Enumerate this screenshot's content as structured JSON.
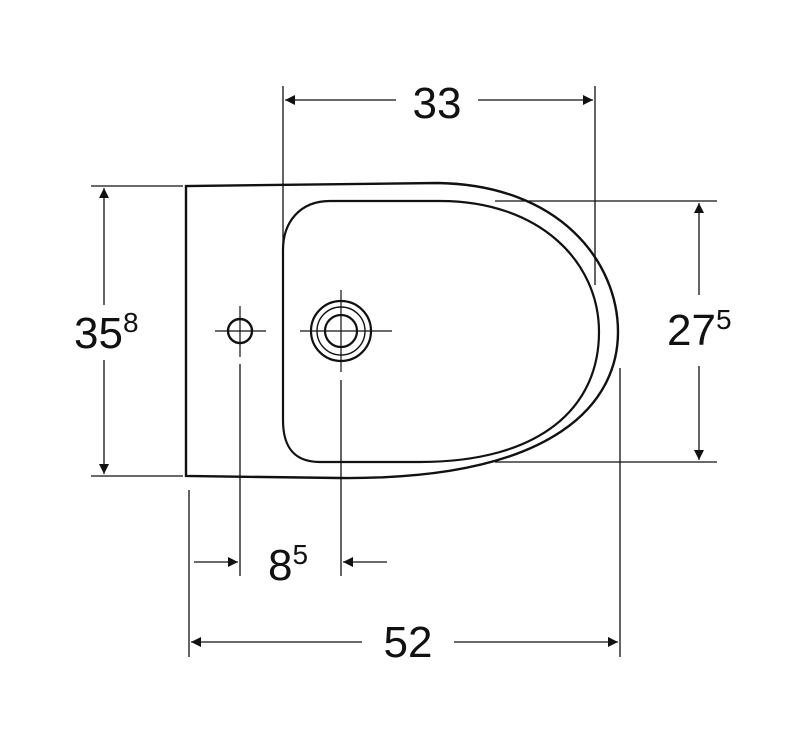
{
  "drawing": {
    "line_color": "#111111",
    "background": "#ffffff",
    "dimensions": {
      "top_width": {
        "main": "33",
        "sup": ""
      },
      "overall_depth": {
        "main": "35",
        "sup": "8"
      },
      "inner_depth": {
        "main": "27",
        "sup": "5"
      },
      "hole_spacing": {
        "main": "8",
        "sup": "5"
      },
      "overall_width": {
        "main": "52",
        "sup": ""
      }
    }
  }
}
